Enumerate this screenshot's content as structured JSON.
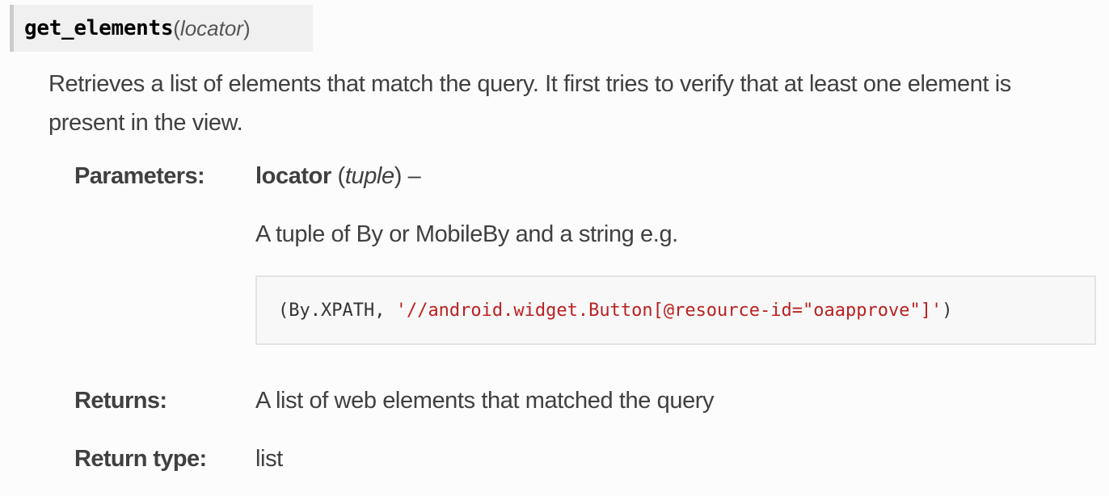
{
  "signature": {
    "name": "get_elements",
    "open_paren": "(",
    "param": "locator",
    "close_paren": ")"
  },
  "description": "Retrieves a list of elements that match the query. It first tries to verify that at least one element is present in the view.",
  "fields": {
    "parameters": {
      "label": "Parameters:",
      "param_name": "locator",
      "param_type_open": " (",
      "param_type": "tuple",
      "param_type_close": ") –",
      "param_description": "A tuple of By or MobileBy and a string e.g.",
      "code": {
        "prefix": "(By.XPATH, ",
        "string": "'//android.widget.Button[@resource-id=\"oaapprove\"]'",
        "suffix": ")"
      }
    },
    "returns": {
      "label": "Returns:",
      "value": "A list of web elements that matched the query"
    },
    "return_type": {
      "label": "Return type:",
      "value": "list"
    }
  },
  "colors": {
    "signature_bg": "#f0f0f0",
    "signature_border": "#cccccc",
    "code_bg": "#f8f8f8",
    "code_border": "#e1e4e5",
    "code_string": "#ba2121",
    "text": "#404040"
  }
}
